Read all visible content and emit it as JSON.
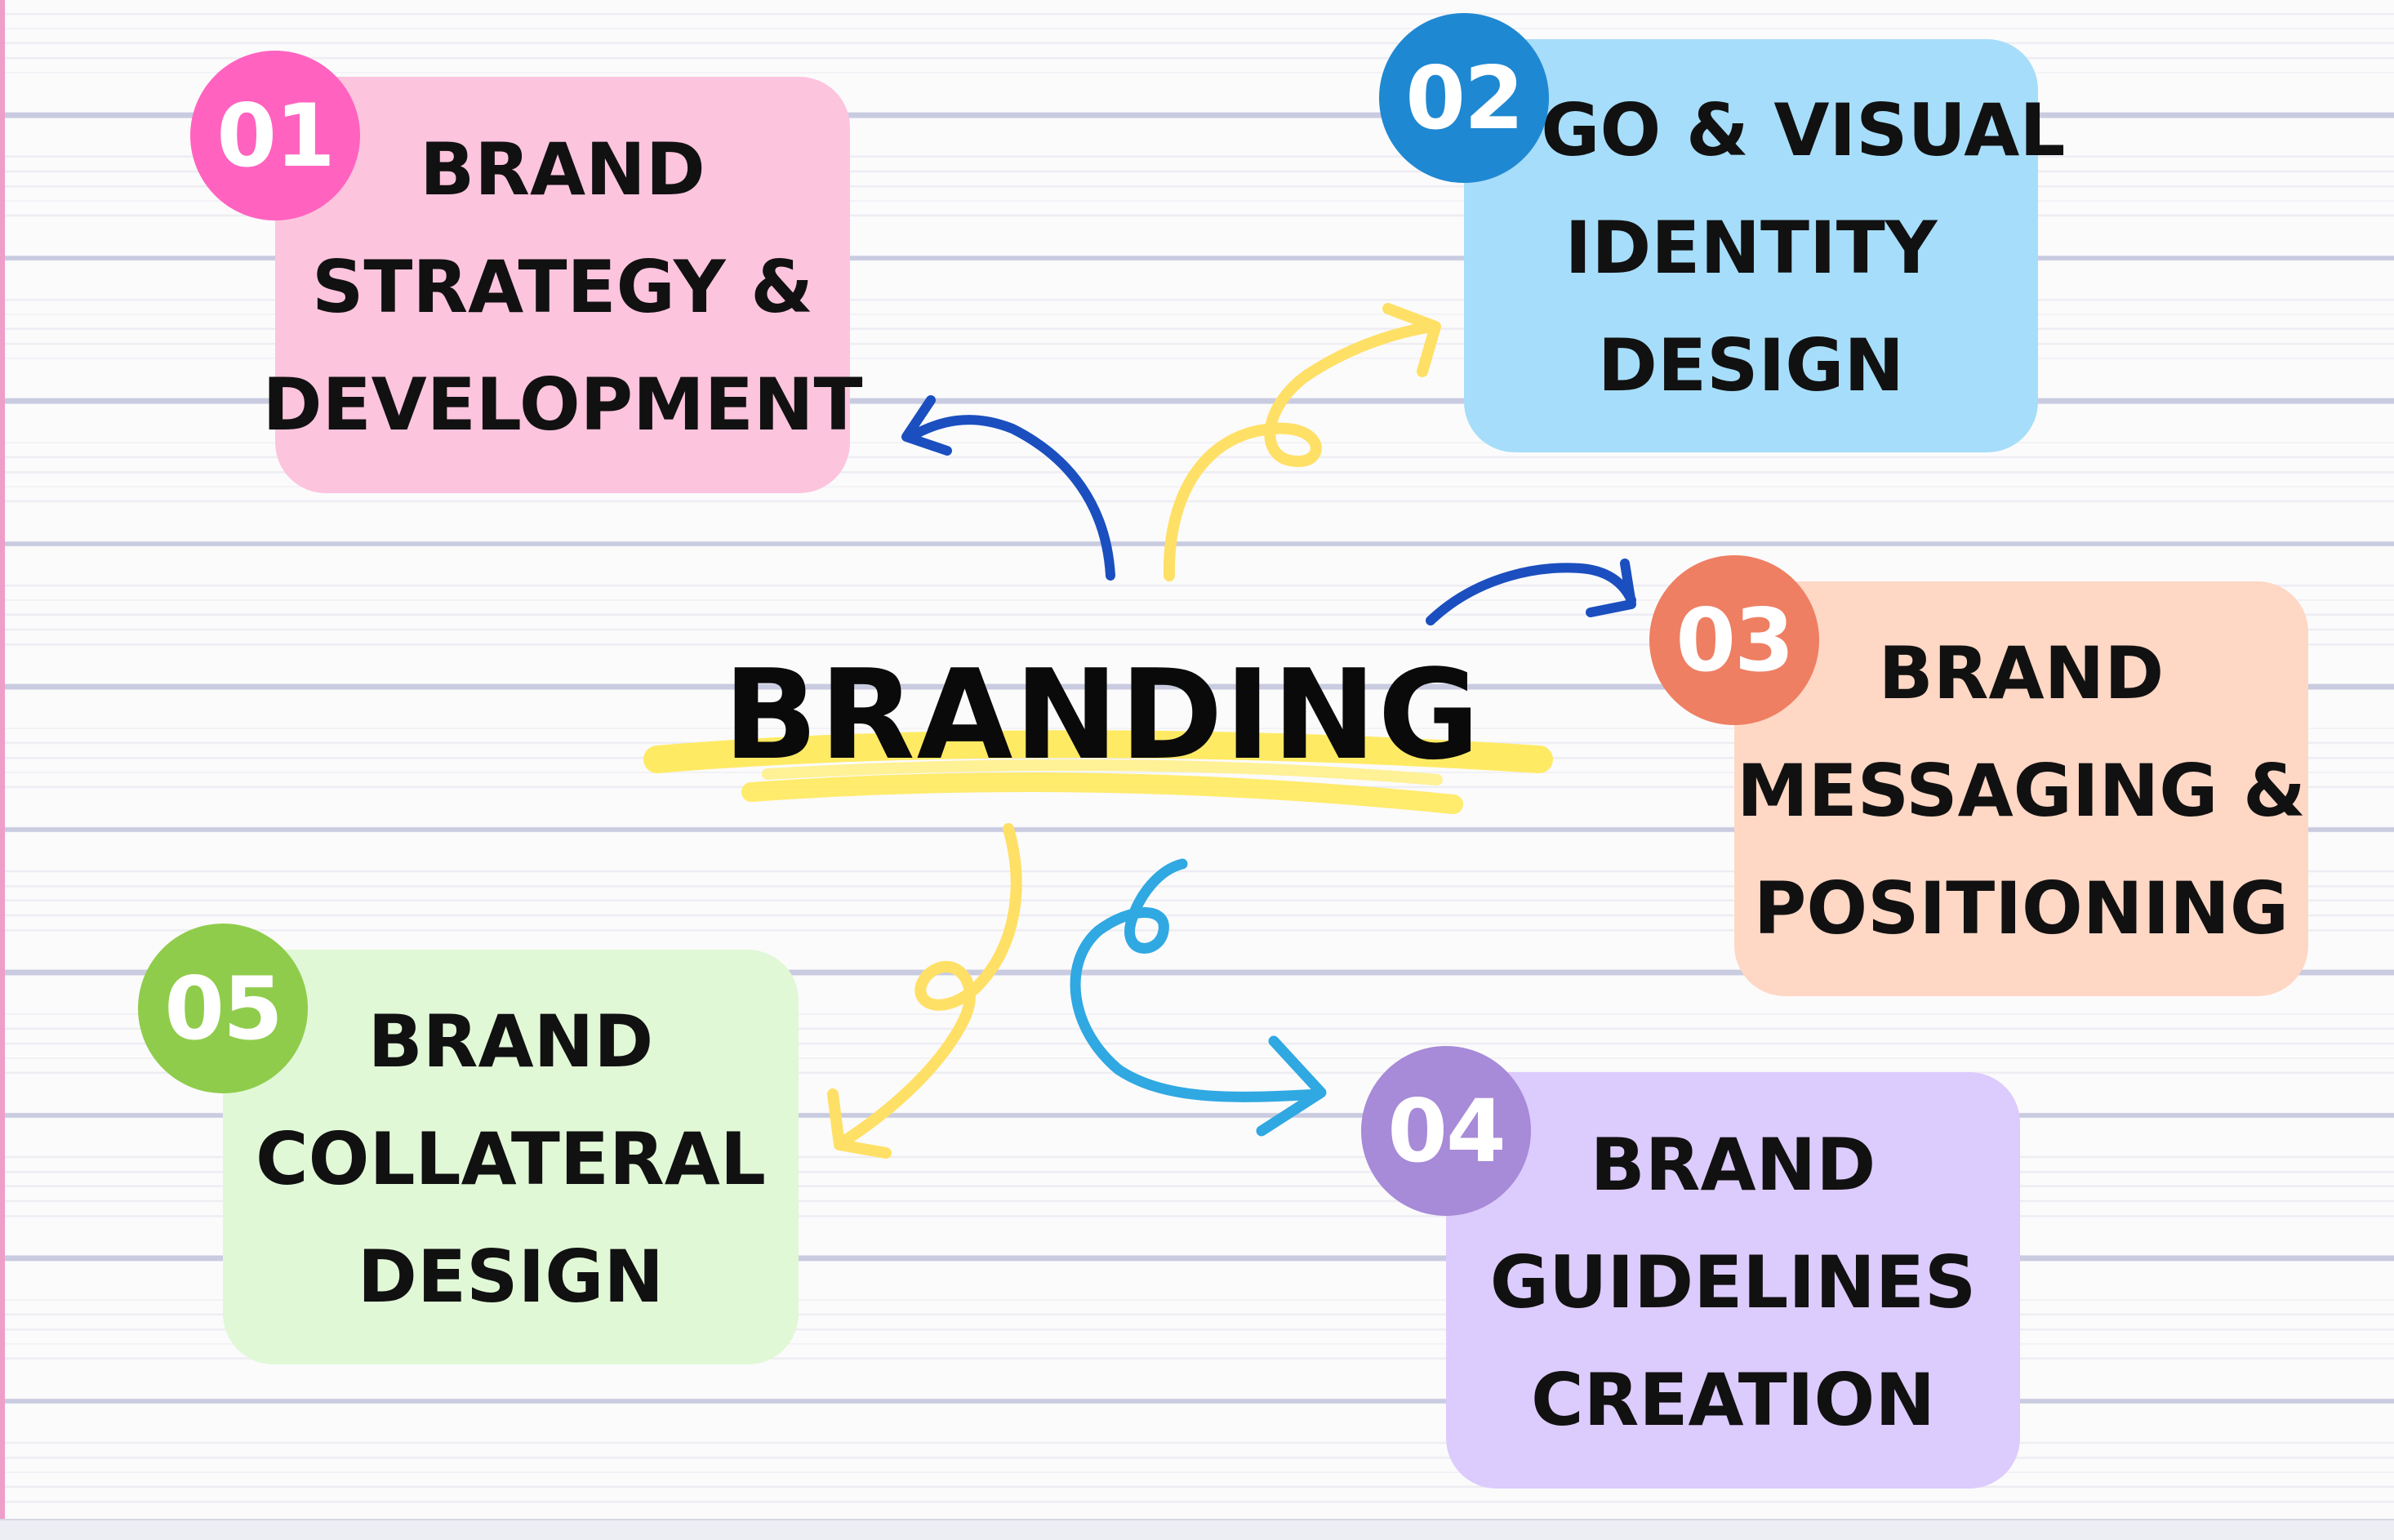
{
  "title": "BRANDING",
  "colors": {
    "pink_card": "#fdc4de",
    "pink_badge": "#ff63bf",
    "blue_card": "#a6ddfa",
    "blue_badge": "#1f88d2",
    "peach_card": "#ffd7c5",
    "peach_badge": "#ee7f63",
    "purple_card": "#dccbfd",
    "purple_badge": "#a78ad8",
    "green_card": "#e1f8d7",
    "green_badge": "#90cc4c",
    "yellow_arrow": "#ffe066",
    "dark_blue_arrow": "#1b4fbf",
    "light_blue_arrow": "#30a8e2",
    "highlight": "#ffe95c"
  },
  "items": [
    {
      "number": "01",
      "lines": [
        "BRAND",
        "STRATEGY &",
        "DEVELOPMENT"
      ]
    },
    {
      "number": "02",
      "lines": [
        "LOGO & VISUAL",
        "IDENTITY",
        "DESIGN"
      ]
    },
    {
      "number": "03",
      "lines": [
        "BRAND",
        "MESSAGING &",
        "POSITIONING"
      ]
    },
    {
      "number": "04",
      "lines": [
        "BRAND",
        "GUIDELINES",
        "CREATION"
      ]
    },
    {
      "number": "05",
      "lines": [
        "BRAND",
        "COLLATERAL",
        "DESIGN"
      ]
    }
  ]
}
